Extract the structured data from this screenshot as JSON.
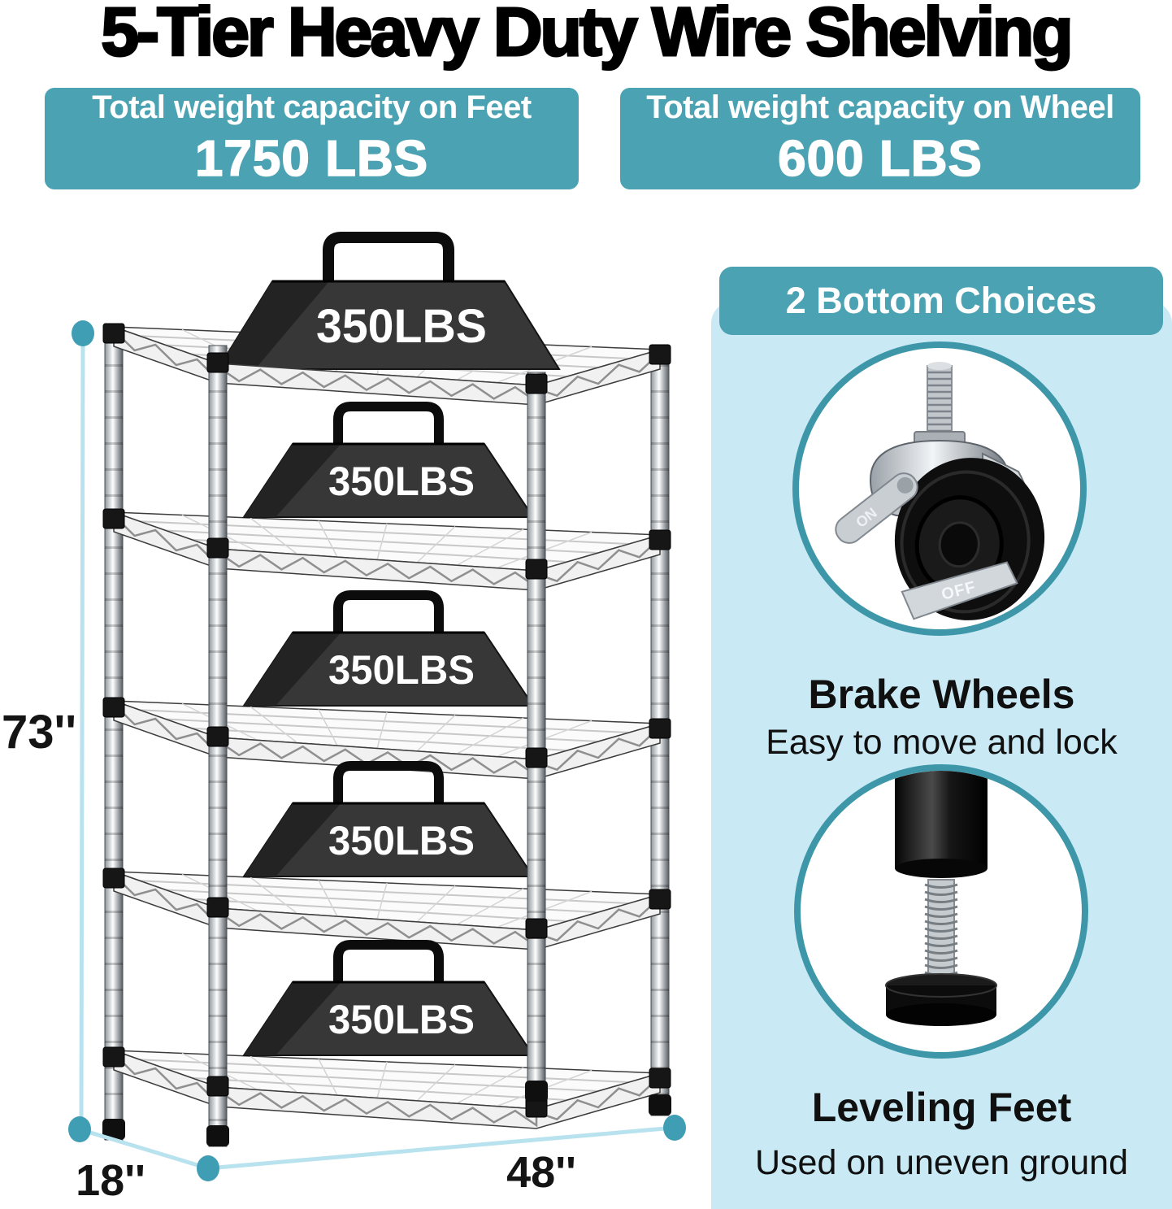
{
  "title": "5-Tier Heavy Duty Wire Shelving",
  "capacity_boxes": [
    {
      "label": "Total weight capacity on Feet",
      "value": "1750 LBS"
    },
    {
      "label": "Total weight capacity on Wheel",
      "value": "600 LBS"
    }
  ],
  "shelving": {
    "weight_label": "350LBS",
    "dimensions": {
      "height": "73''",
      "depth": "18''",
      "width": "48''"
    }
  },
  "right_panel": {
    "header": "2 Bottom Choices",
    "options": [
      {
        "title": "Brake Wheels",
        "description": "Easy to move and lock",
        "brake_on_label": "ON",
        "brake_off_label": "OFF"
      },
      {
        "title": "Leveling Feet",
        "description": "Used on uneven ground"
      }
    ]
  },
  "colors": {
    "teal": "#4aa2b2",
    "panel_blue": "#c9eaf5",
    "dimension_line": "#b9e2ef",
    "dimension_dot": "#3f9db4"
  }
}
